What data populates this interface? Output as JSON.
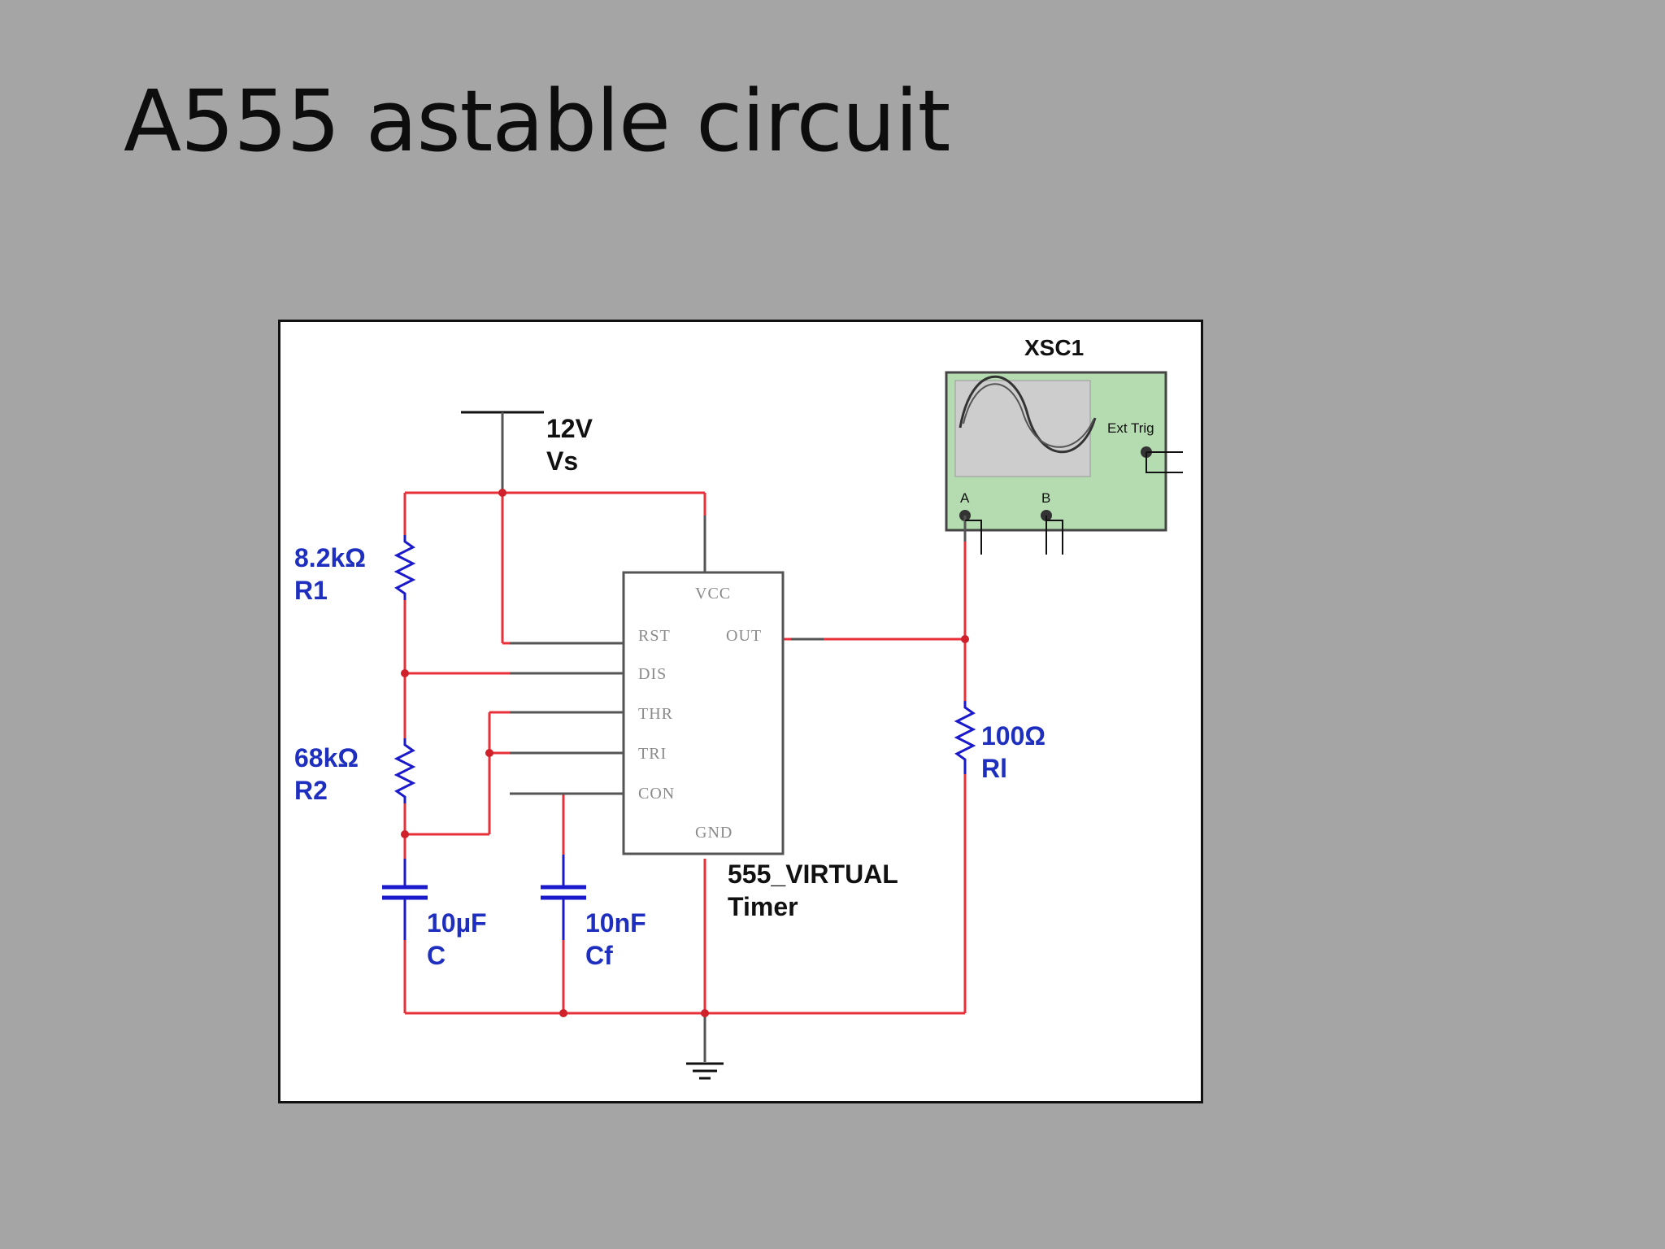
{
  "slide": {
    "title": "A555 astable circuit"
  },
  "schematic": {
    "supply": {
      "value": "12V",
      "name": "Vs"
    },
    "r1": {
      "value": "8.2kΩ",
      "name": "R1"
    },
    "r2": {
      "value": "68kΩ",
      "name": "R2"
    },
    "c": {
      "value": "10µF",
      "name": "C"
    },
    "cf": {
      "value": "10nF",
      "name": "Cf"
    },
    "rl": {
      "value": "100Ω",
      "name": "Rl"
    },
    "timer": {
      "part": "555_VIRTUAL",
      "type": "Timer",
      "pins": {
        "vcc": "VCC",
        "rst": "RST",
        "out": "OUT",
        "dis": "DIS",
        "thr": "THR",
        "tri": "TRI",
        "con": "CON",
        "gnd": "GND"
      }
    },
    "scope": {
      "name": "XSC1",
      "ext_trig": "Ext Trig",
      "channel_a": "A",
      "channel_b": "B"
    },
    "colors": {
      "wire": "#e8303a",
      "component": "#1a1acc",
      "scope_body": "#b5dbb0",
      "scope_screen": "#cdcdcd"
    }
  }
}
